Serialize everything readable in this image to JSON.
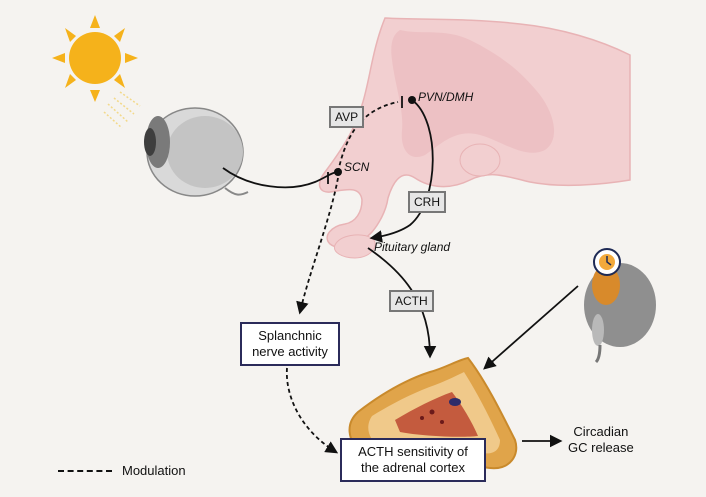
{
  "labels": {
    "pvn_dmh": "PVN/DMH",
    "scn": "SCN",
    "pituitary": "Pituitary gland",
    "output_line1": "Circadian",
    "output_line2": "GC release",
    "legend": "Modulation"
  },
  "tags": {
    "avp": "AVP",
    "crh": "CRH",
    "acth": "ACTH"
  },
  "boxes": {
    "splanchnic_line1": "Splanchnic",
    "splanchnic_line2": "nerve activity",
    "adrenal_line1": "ACTH sensitivity of",
    "adrenal_line2": "the adrenal cortex"
  },
  "colors": {
    "brain": "#f2cfd0",
    "brain_edge": "#e8b3b5",
    "sun": "#f5b21b",
    "adrenal_outer": "#e0a44a",
    "adrenal_inner": "#f0c98a",
    "mouse": "#8f8f8f",
    "clock": "#f2a93b"
  },
  "icons": [
    "sun-icon",
    "eye-icon",
    "mouse-icon",
    "clock-icon",
    "adrenal-gland-icon"
  ]
}
